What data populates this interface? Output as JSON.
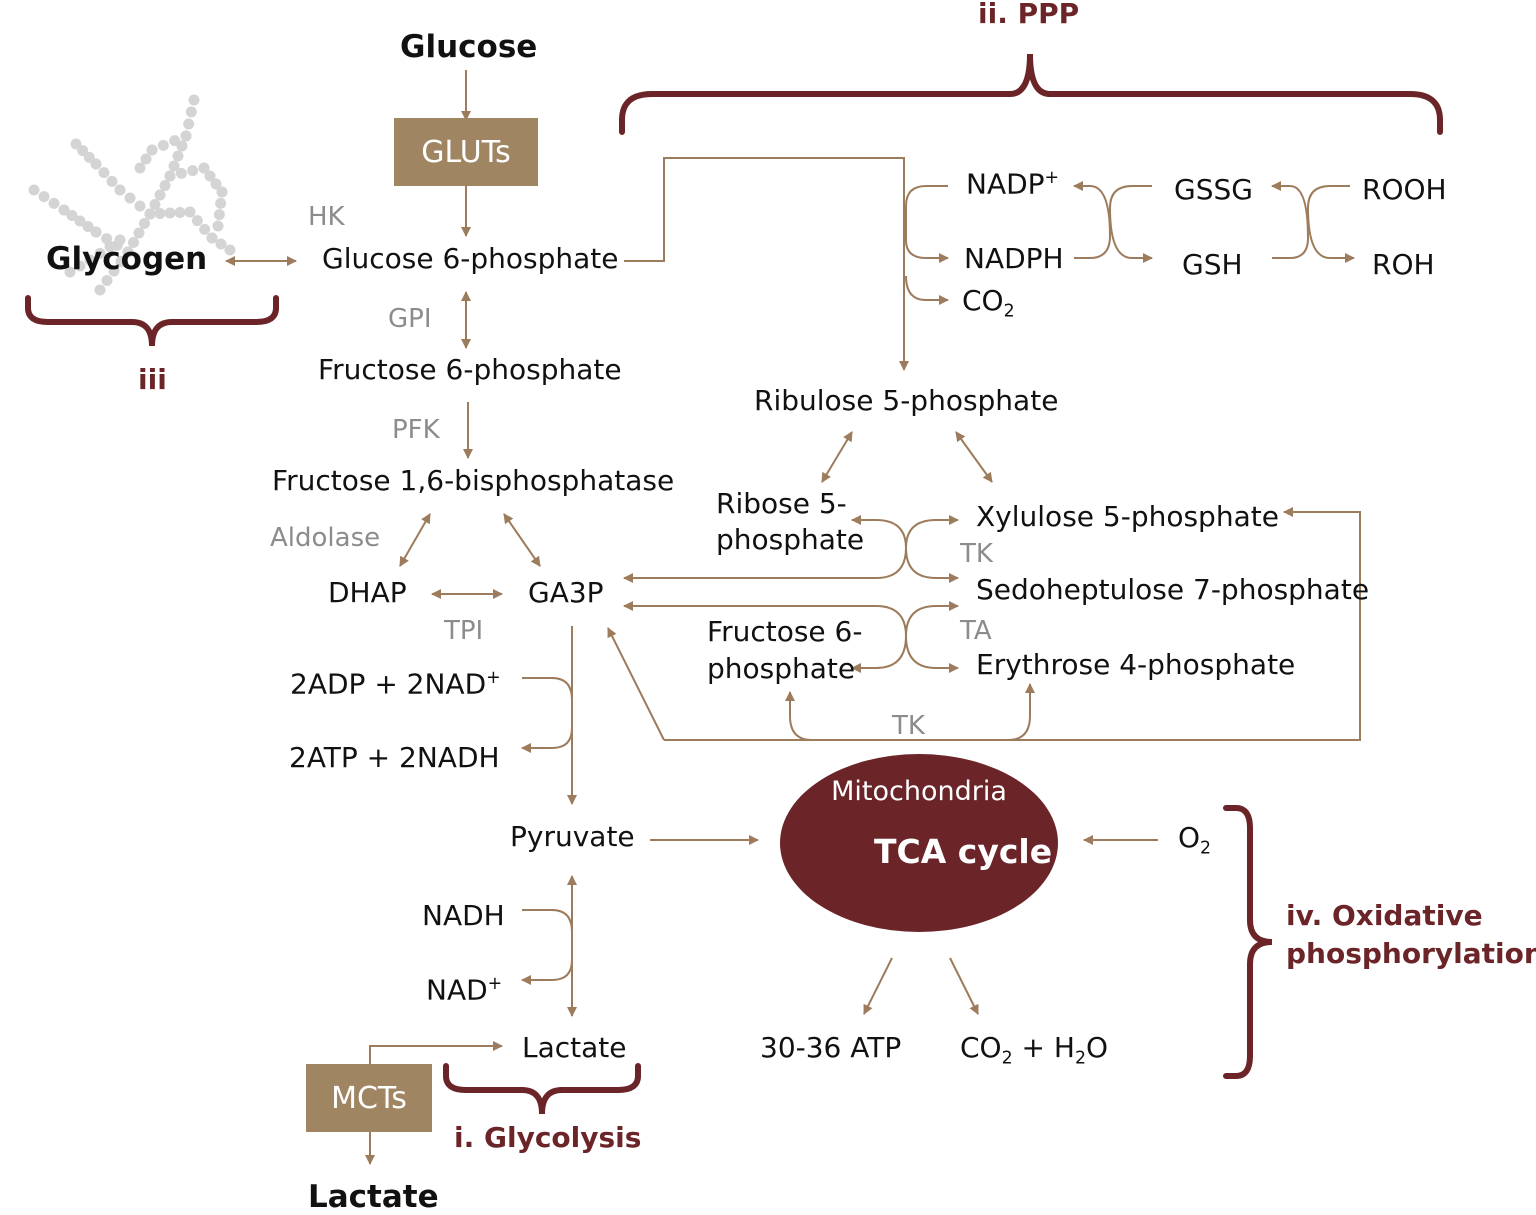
{
  "molecules": {
    "glucose": "Glucose",
    "glycogen": "Glycogen",
    "g6p": "Glucose 6-phosphate",
    "f6p": "Fructose 6-phosphate",
    "f16bp": "Fructose 1,6-bisphosphatase",
    "dhap": "DHAP",
    "ga3p": "GA3P",
    "adp_nad_a": "2ADP + 2NAD",
    "adp_nad_sup": "+",
    "atp_nadh": "2ATP + 2NADH",
    "pyruvate": "Pyruvate",
    "nadh": "NADH",
    "nad": "NAD",
    "nad_sup": "+",
    "lactate_mid": "Lactate",
    "lactate_out": "Lactate",
    "nadp": "NADP",
    "nadp_sup": "+",
    "nadph": "NADPH",
    "co2_a": "CO",
    "co2_sub": "2",
    "gssg": "GSSG",
    "gsh": "GSH",
    "rooh": "ROOH",
    "roh": "ROH",
    "ribulose5p": "Ribulose 5-phosphate",
    "ribose5p_1": "Ribose 5-",
    "ribose5p_2": "phosphate",
    "xylulose5p": "Xylulose 5-phosphate",
    "sedo7p": "Sedoheptulose 7-phosphate",
    "fruc6p_1": "Fructose 6-",
    "fruc6p_2": "phosphate",
    "ery4p": "Erythrose 4-phosphate",
    "o2_a": "O",
    "o2_sub": "2",
    "atp": "30-36 ATP",
    "co2h2o_a": "CO",
    "co2h2o_sub1": "2",
    "co2h2o_b": " + H",
    "co2h2o_sub2": "2",
    "co2h2o_c": "O"
  },
  "enzymes": {
    "hk": "HK",
    "gpi": "GPI",
    "pfk": "PFK",
    "aldolase": "Aldolase",
    "tpi": "TPI",
    "tk1": "TK",
    "ta": "TA",
    "tk2": "TK"
  },
  "transporters": {
    "gluts": "GLUTs",
    "mcts": "MCTs"
  },
  "mitochondria": {
    "label": "Mitochondria",
    "cycle": "TCA cycle"
  },
  "sections": {
    "glycolysis": "i. Glycolysis",
    "ppp": "ii. PPP",
    "glycogen": "iii",
    "oxphos_1": "iv. Oxidative",
    "oxphos_2": "phosphorylation"
  },
  "colors": {
    "arrow": "#9c7c5c",
    "brace": "#6b2428",
    "box": "#a08562",
    "mitochondria": "#6b2428",
    "enzyme": "#8c8c8c",
    "glycogen_beads": "#d4d4d4"
  }
}
